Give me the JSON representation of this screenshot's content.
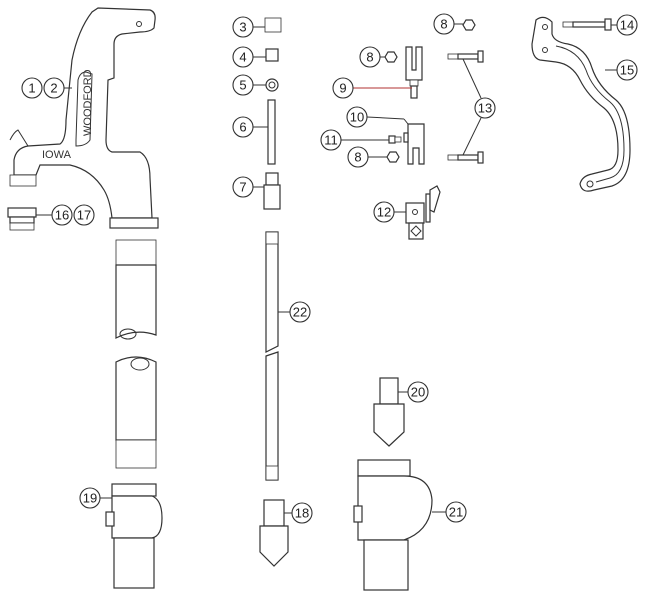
{
  "title": "Hydrant exploded parts diagram",
  "logo_text": {
    "brand": "WOODFORD",
    "model": "IOWA"
  },
  "callouts": {
    "c1": "1",
    "c2": "2",
    "c3": "3",
    "c4": "4",
    "c5": "5",
    "c6": "6",
    "c7": "7",
    "c8a": "8",
    "c8b": "8",
    "c8c": "8",
    "c9": "9",
    "c10": "10",
    "c11": "11",
    "c12": "12",
    "c13": "13",
    "c14": "14",
    "c15": "15",
    "c16": "16",
    "c17": "17",
    "c18": "18",
    "c19": "19",
    "c20": "20",
    "c21": "21",
    "c22": "22"
  },
  "colors": {
    "line": "#333333",
    "leader_accent": "#b03030"
  }
}
